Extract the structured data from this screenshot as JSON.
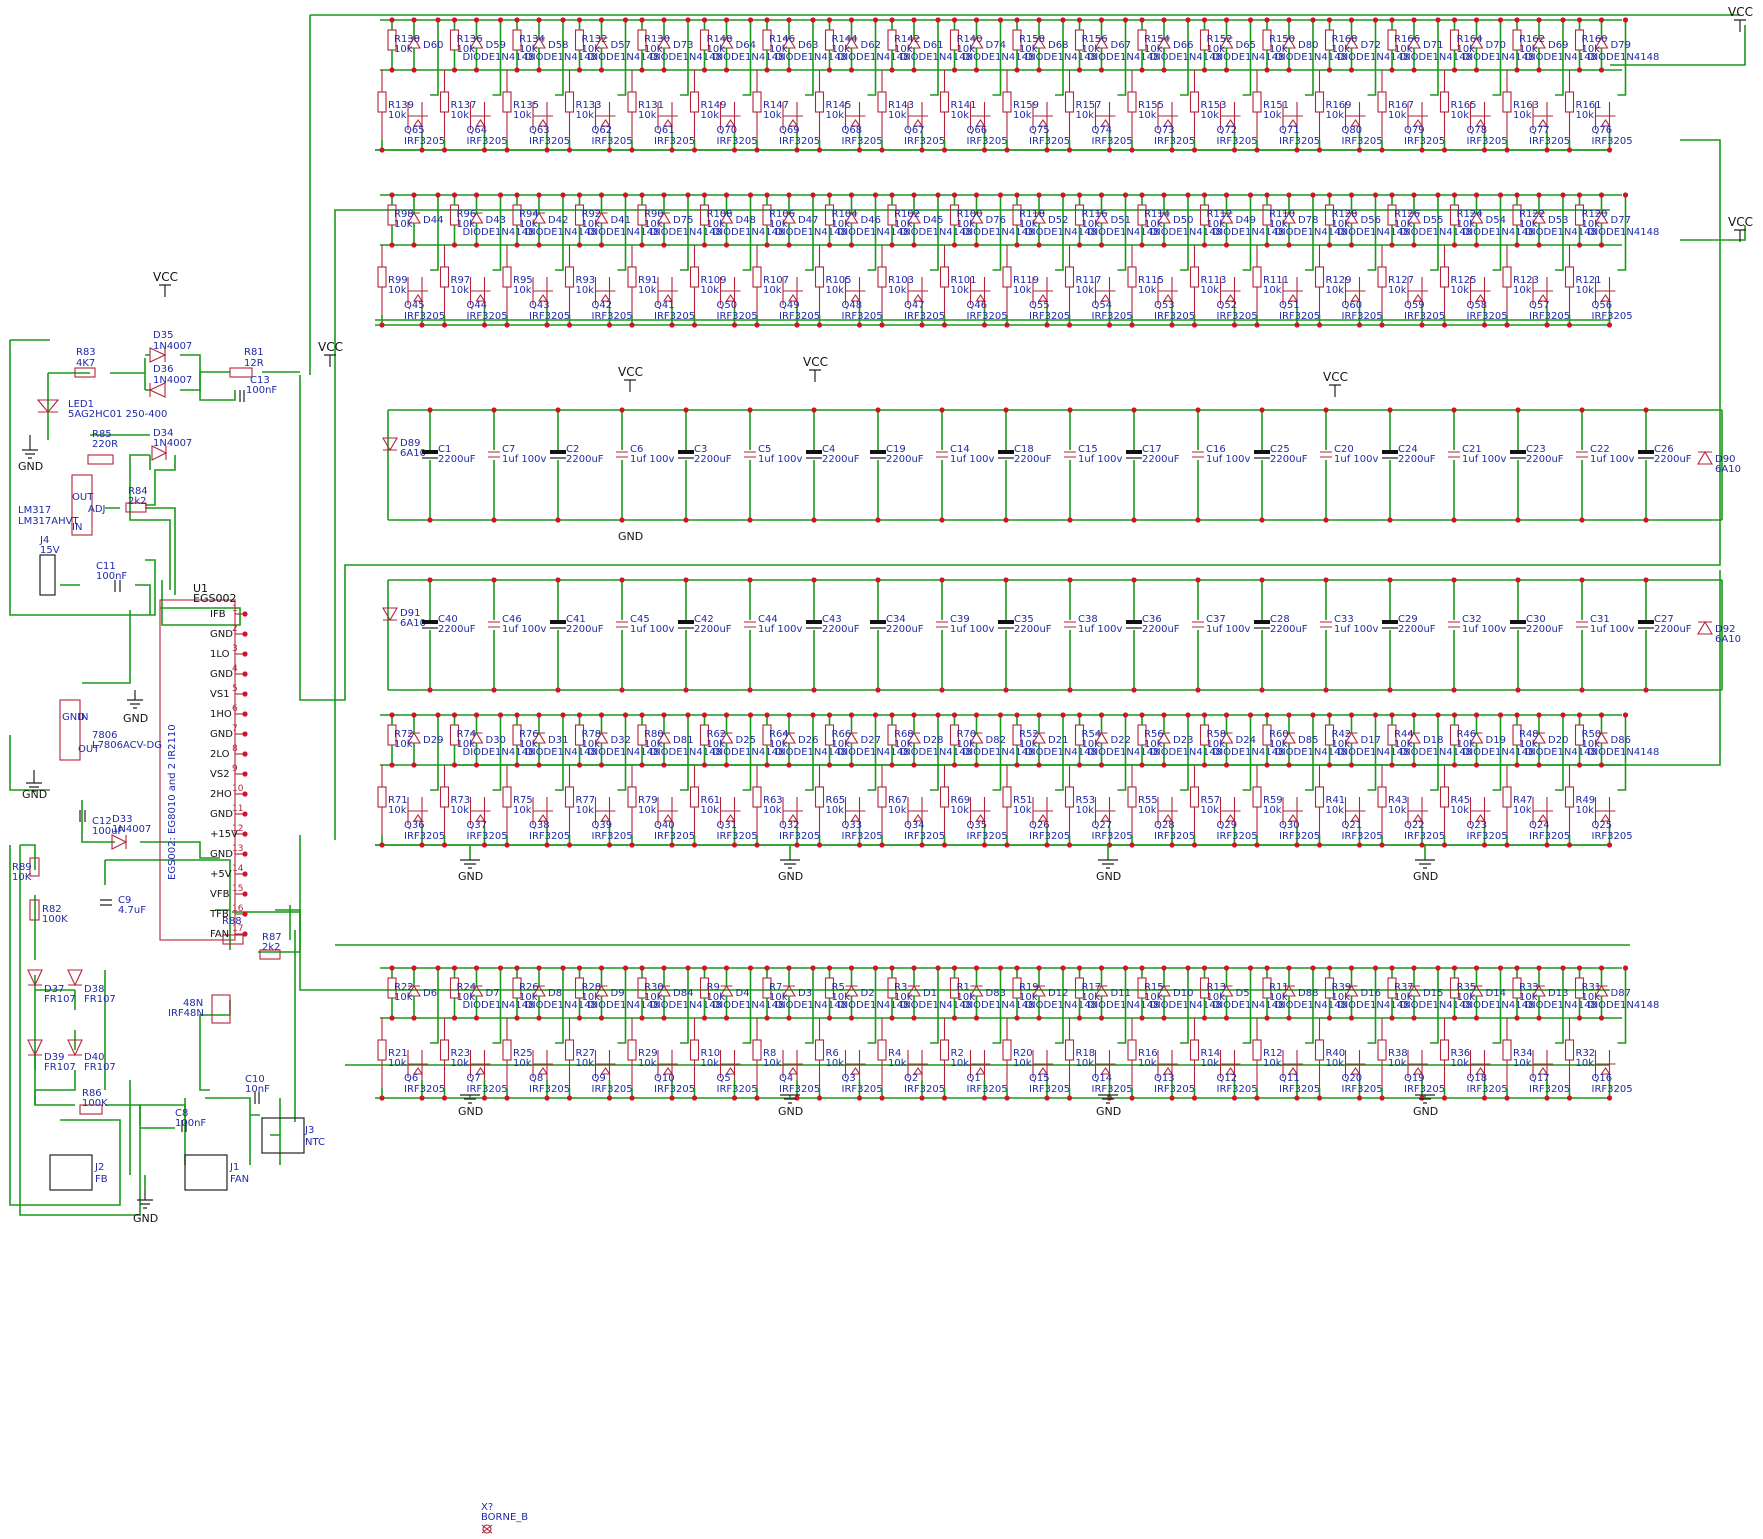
{
  "power_labels": {
    "vcc": "VCC",
    "gnd": "GND"
  },
  "ic": {
    "ref": "U1",
    "value": "EGS002",
    "body_label": "EGS002: EG8010 and 2 IR2110",
    "pins": [
      {
        "num": "1",
        "name": "IFB"
      },
      {
        "num": "2",
        "name": "GND"
      },
      {
        "num": "3",
        "name": "1LO"
      },
      {
        "num": "4",
        "name": "GND"
      },
      {
        "num": "5",
        "name": "VS1"
      },
      {
        "num": "6",
        "name": "1HO"
      },
      {
        "num": "7",
        "name": "GND"
      },
      {
        "num": "8",
        "name": "2LO"
      },
      {
        "num": "9",
        "name": "VS2"
      },
      {
        "num": "10",
        "name": "2HO"
      },
      {
        "num": "11",
        "name": "GND"
      },
      {
        "num": "12",
        "name": "+15V"
      },
      {
        "num": "13",
        "name": "GND"
      },
      {
        "num": "14",
        "name": "+5V"
      },
      {
        "num": "15",
        "name": "VFB"
      },
      {
        "num": "16",
        "name": "TFB"
      },
      {
        "num": "17",
        "name": "FAN"
      }
    ]
  },
  "left_parts": {
    "r83": {
      "ref": "R83",
      "val": "4K7"
    },
    "d35": {
      "ref": "D35",
      "val": "1N4007"
    },
    "d36": {
      "ref": "D36",
      "val": "1N4007"
    },
    "r81": {
      "ref": "R81",
      "val": "12R"
    },
    "c13": {
      "ref": "C13",
      "val": "100nF"
    },
    "led1": {
      "ref": "LED1",
      "val": "5AG2HC01 250-400"
    },
    "r85": {
      "ref": "R85",
      "val": "220R"
    },
    "d34": {
      "ref": "D34",
      "val": "1N4007"
    },
    "r84": {
      "ref": "R84",
      "val": "2k2"
    },
    "lm317": {
      "ref": "LM317",
      "val": "LM317AHVT",
      "pin_in": "IN",
      "pin_out": "OUT",
      "pin_adj": "ADJ"
    },
    "j4": {
      "ref": "J4",
      "val": "15V"
    },
    "c11": {
      "ref": "C11",
      "val": "100nF"
    },
    "u7806": {
      "ref": "7806",
      "val": "L7806ACV-DG",
      "pin_gnd": "GND",
      "pin_in": "IN",
      "pin_out": "OUT"
    },
    "c12": {
      "ref": "C12",
      "val": "100uF"
    },
    "d33": {
      "ref": "D33",
      "val": "1N4007"
    },
    "r89": {
      "ref": "R89",
      "val": "10K"
    },
    "r82": {
      "ref": "R82",
      "val": "100K"
    },
    "c9": {
      "ref": "C9",
      "val": "4.7uF"
    },
    "r88": {
      "ref": "R88",
      "val": ""
    },
    "r87": {
      "ref": "R87",
      "val": "2k2"
    },
    "q48n": {
      "ref": "48N",
      "val": "IRF48N"
    },
    "d37": {
      "ref": "D37",
      "val": "FR107"
    },
    "d38": {
      "ref": "D38",
      "val": "FR107"
    },
    "d39": {
      "ref": "D39",
      "val": "FR107"
    },
    "d40": {
      "ref": "D40",
      "val": "FR107"
    },
    "r86": {
      "ref": "R86",
      "val": "100K"
    },
    "c8": {
      "ref": "C8",
      "val": "100nF"
    },
    "c10": {
      "ref": "C10",
      "val": "10nF"
    },
    "j2": {
      "ref": "J2",
      "val": "FB"
    },
    "j1": {
      "ref": "J1",
      "val": "FAN"
    },
    "j3": {
      "ref": "J3",
      "val": "NTC"
    },
    "borne": {
      "ref": "X?",
      "val": "BORNE_B"
    }
  },
  "mosfet_banks": [
    {
      "name": "bank-1",
      "rows": [
        [
          "R138",
          "10k",
          "D60",
          ""
        ],
        [
          "R136",
          "10k",
          "D59",
          "DIODE1N4148"
        ],
        [
          "R134",
          "10k",
          "D58",
          "DIODE1N4148"
        ],
        [
          "R132",
          "10k",
          "D57",
          "DIODE1N4148"
        ],
        [
          "R130",
          "10k",
          "D73",
          "DIODE1N4148"
        ],
        [
          "R148",
          "10k",
          "D64",
          "DIODE1N4148"
        ],
        [
          "R146",
          "10k",
          "D63",
          "DIODE1N4148"
        ],
        [
          "R144",
          "10k",
          "D62",
          "DIODE1N4148"
        ],
        [
          "R142",
          "10k",
          "D61",
          "DIODE1N4148"
        ],
        [
          "R140",
          "10k",
          "D74",
          "DIODE1N4148"
        ],
        [
          "R158",
          "10k",
          "D68",
          "DIODE1N4148"
        ],
        [
          "R156",
          "10k",
          "D67",
          "DIODE1N4148"
        ],
        [
          "R154",
          "10k",
          "D66",
          "DIODE1N4148"
        ],
        [
          "R152",
          "10k",
          "D65",
          "DIODE1N4148"
        ],
        [
          "R150",
          "10k",
          "D80",
          "DIODE1N4148"
        ],
        [
          "R168",
          "10k",
          "D72",
          "DIODE1N4148"
        ],
        [
          "R166",
          "10k",
          "D71",
          "DIODE1N4148"
        ],
        [
          "R164",
          "10k",
          "D70",
          "DIODE1N4148"
        ],
        [
          "R162",
          "10k",
          "D69",
          "DIODE1N4148"
        ],
        [
          "R160",
          "10k",
          "D79",
          "DIODE1N4148"
        ]
      ],
      "fets": [
        [
          "R139",
          "10k",
          "Q65"
        ],
        [
          "R137",
          "10k",
          "Q64"
        ],
        [
          "R135",
          "10k",
          "Q63"
        ],
        [
          "R133",
          "10k",
          "Q62"
        ],
        [
          "R131",
          "10k",
          "Q61"
        ],
        [
          "R149",
          "10k",
          "Q70"
        ],
        [
          "R147",
          "10k",
          "Q69"
        ],
        [
          "R145",
          "10k",
          "Q68"
        ],
        [
          "R143",
          "10k",
          "Q67"
        ],
        [
          "R141",
          "10k",
          "Q66"
        ],
        [
          "R159",
          "10k",
          "Q75"
        ],
        [
          "R157",
          "10k",
          "Q74"
        ],
        [
          "R155",
          "10k",
          "Q73"
        ],
        [
          "R153",
          "10k",
          "Q72"
        ],
        [
          "R151",
          "10k",
          "Q71"
        ],
        [
          "R169",
          "10k",
          "Q80"
        ],
        [
          "R167",
          "10k",
          "Q79"
        ],
        [
          "R165",
          "10k",
          "Q78"
        ],
        [
          "R163",
          "10k",
          "Q77"
        ],
        [
          "R161",
          "10k",
          "Q76"
        ]
      ],
      "fet_value": "IRF3205"
    },
    {
      "name": "bank-2",
      "rows": [
        [
          "R98",
          "10k",
          "D44",
          ""
        ],
        [
          "R96",
          "10k",
          "D43",
          "DIODE1N4148"
        ],
        [
          "R94",
          "10k",
          "D42",
          "DIODE1N4148"
        ],
        [
          "R92",
          "10k",
          "D41",
          "DIODE1N4148"
        ],
        [
          "R90",
          "10k",
          "D75",
          "DIODE1N4148"
        ],
        [
          "R108",
          "10k",
          "D48",
          "DIODE1N4148"
        ],
        [
          "R106",
          "10k",
          "D47",
          "DIODE1N4148"
        ],
        [
          "R104",
          "10k",
          "D46",
          "DIODE1N4148"
        ],
        [
          "R102",
          "10k",
          "D45",
          "DIODE1N4148"
        ],
        [
          "R100",
          "10k",
          "D76",
          "DIODE1N4148"
        ],
        [
          "R118",
          "10k",
          "D52",
          "DIODE1N4148"
        ],
        [
          "R116",
          "10k",
          "D51",
          "DIODE1N4148"
        ],
        [
          "R114",
          "10k",
          "D50",
          "DIODE1N4148"
        ],
        [
          "R112",
          "10k",
          "D49",
          "DIODE1N4148"
        ],
        [
          "R110",
          "10k",
          "D78",
          "DIODE1N4148"
        ],
        [
          "R128",
          "10k",
          "D56",
          "DIODE1N4148"
        ],
        [
          "R126",
          "10k",
          "D55",
          "DIODE1N4148"
        ],
        [
          "R124",
          "10k",
          "D54",
          "DIODE1N4148"
        ],
        [
          "R122",
          "10k",
          "D53",
          "DIODE1N4148"
        ],
        [
          "R120",
          "10k",
          "D77",
          "DIODE1N4148"
        ]
      ],
      "fets": [
        [
          "R99",
          "10k",
          "Q45"
        ],
        [
          "R97",
          "10k",
          "Q44"
        ],
        [
          "R95",
          "10k",
          "Q43"
        ],
        [
          "R93",
          "10k",
          "Q42"
        ],
        [
          "R91",
          "10k",
          "Q41"
        ],
        [
          "R109",
          "10k",
          "Q50"
        ],
        [
          "R107",
          "10k",
          "Q49"
        ],
        [
          "R105",
          "10k",
          "Q48"
        ],
        [
          "R103",
          "10k",
          "Q47"
        ],
        [
          "R101",
          "10k",
          "Q46"
        ],
        [
          "R119",
          "10k",
          "Q55"
        ],
        [
          "R117",
          "10k",
          "Q54"
        ],
        [
          "R115",
          "10k",
          "Q53"
        ],
        [
          "R113",
          "10k",
          "Q52"
        ],
        [
          "R111",
          "10k",
          "Q51"
        ],
        [
          "R129",
          "10k",
          "Q60"
        ],
        [
          "R127",
          "10k",
          "Q59"
        ],
        [
          "R125",
          "10k",
          "Q58"
        ],
        [
          "R123",
          "10k",
          "Q57"
        ],
        [
          "R121",
          "10k",
          "Q56"
        ]
      ],
      "fet_value": "IRF3205"
    },
    {
      "name": "bank-3",
      "rows": [
        [
          "R72",
          "10k",
          "D29",
          ""
        ],
        [
          "R74",
          "10k",
          "D30",
          "DIODE1N4148"
        ],
        [
          "R76",
          "10k",
          "D31",
          "DIODE1N4148"
        ],
        [
          "R78",
          "10k",
          "D32",
          "DIODE1N4148"
        ],
        [
          "R80",
          "10k",
          "D81",
          "DIODE1N4148"
        ],
        [
          "R62",
          "10k",
          "D25",
          "DIODE1N4148"
        ],
        [
          "R64",
          "10k",
          "D26",
          "DIODE1N4148"
        ],
        [
          "R66",
          "10k",
          "D27",
          "DIODE1N4148"
        ],
        [
          "R68",
          "10k",
          "D28",
          "DIODE1N4148"
        ],
        [
          "R70",
          "10k",
          "D82",
          "DIODE1N4148"
        ],
        [
          "R52",
          "10k",
          "D21",
          "DIODE1N4148"
        ],
        [
          "R54",
          "10k",
          "D22",
          "DIODE1N4148"
        ],
        [
          "R56",
          "10k",
          "D23",
          "DIODE1N4148"
        ],
        [
          "R58",
          "10k",
          "D24",
          "DIODE1N4148"
        ],
        [
          "R60",
          "10k",
          "D85",
          "DIODE1N4148"
        ],
        [
          "R42",
          "10k",
          "D17",
          "DIODE1N4148"
        ],
        [
          "R44",
          "10k",
          "D18",
          "DIODE1N4148"
        ],
        [
          "R46",
          "10k",
          "D19",
          "DIODE1N4148"
        ],
        [
          "R48",
          "10k",
          "D20",
          "DIODE1N4148"
        ],
        [
          "R50",
          "10k",
          "D86",
          "DIODE1N4148"
        ]
      ],
      "fets": [
        [
          "R71",
          "10k",
          "Q36"
        ],
        [
          "R73",
          "10k",
          "Q37"
        ],
        [
          "R75",
          "10k",
          "Q38"
        ],
        [
          "R77",
          "10k",
          "Q39"
        ],
        [
          "R79",
          "10k",
          "Q40"
        ],
        [
          "R61",
          "10k",
          "Q31"
        ],
        [
          "R63",
          "10k",
          "Q32"
        ],
        [
          "R65",
          "10k",
          "Q33"
        ],
        [
          "R67",
          "10k",
          "Q34"
        ],
        [
          "R69",
          "10k",
          "Q35"
        ],
        [
          "R51",
          "10k",
          "Q26"
        ],
        [
          "R53",
          "10k",
          "Q27"
        ],
        [
          "R55",
          "10k",
          "Q28"
        ],
        [
          "R57",
          "10k",
          "Q29"
        ],
        [
          "R59",
          "10k",
          "Q30"
        ],
        [
          "R41",
          "10k",
          "Q21"
        ],
        [
          "R43",
          "10k",
          "Q22"
        ],
        [
          "R45",
          "10k",
          "Q23"
        ],
        [
          "R47",
          "10k",
          "Q24"
        ],
        [
          "R49",
          "10k",
          "Q25"
        ]
      ],
      "fet_value": "IRF3205"
    },
    {
      "name": "bank-4",
      "rows": [
        [
          "R22",
          "10k",
          "D6",
          ""
        ],
        [
          "R24",
          "10k",
          "D7",
          "DIODE1N4148"
        ],
        [
          "R26",
          "10k",
          "D8",
          "DIODE1N4148"
        ],
        [
          "R28",
          "10k",
          "D9",
          "DIODE1N4148"
        ],
        [
          "R30",
          "10k",
          "D84",
          "DIODE1N4148"
        ],
        [
          "R9",
          "10k",
          "D4",
          "DIODE1N4148"
        ],
        [
          "R7",
          "10k",
          "D3",
          "DIODE1N4148"
        ],
        [
          "R5",
          "10k",
          "D2",
          "DIODE1N4148"
        ],
        [
          "R3",
          "10k",
          "D1",
          "DIODE1N4148"
        ],
        [
          "R1",
          "10k",
          "D83",
          "DIODE1N4148"
        ],
        [
          "R19",
          "10k",
          "D12",
          "DIODE1N4148"
        ],
        [
          "R17",
          "10k",
          "D11",
          "DIODE1N4148"
        ],
        [
          "R15",
          "10k",
          "D10",
          "DIODE1N4148"
        ],
        [
          "R13",
          "10k",
          "D5",
          "DIODE1N4148"
        ],
        [
          "R11",
          "10k",
          "D88",
          "DIODE1N4148"
        ],
        [
          "R39",
          "10k",
          "D16",
          "DIODE1N4148"
        ],
        [
          "R37",
          "10k",
          "D15",
          "DIODE1N4148"
        ],
        [
          "R35",
          "10k",
          "D14",
          "DIODE1N4148"
        ],
        [
          "R33",
          "10k",
          "D13",
          "DIODE1N4148"
        ],
        [
          "R31",
          "10k",
          "D87",
          "DIODE1N4148"
        ]
      ],
      "fets": [
        [
          "R21",
          "10k",
          "Q6"
        ],
        [
          "R23",
          "10k",
          "Q7"
        ],
        [
          "R25",
          "10k",
          "Q8"
        ],
        [
          "R27",
          "10k",
          "Q9"
        ],
        [
          "R29",
          "10k",
          "Q10"
        ],
        [
          "R10",
          "10k",
          "Q5"
        ],
        [
          "R8",
          "10k",
          "Q4"
        ],
        [
          "R6",
          "10k",
          "Q3"
        ],
        [
          "R4",
          "10k",
          "Q2"
        ],
        [
          "R2",
          "10k",
          "Q1"
        ],
        [
          "R20",
          "10k",
          "Q15"
        ],
        [
          "R18",
          "10k",
          "Q14"
        ],
        [
          "R16",
          "10k",
          "Q13"
        ],
        [
          "R14",
          "10k",
          "Q12"
        ],
        [
          "R12",
          "10k",
          "Q11"
        ],
        [
          "R40",
          "10k",
          "Q20"
        ],
        [
          "R38",
          "10k",
          "Q19"
        ],
        [
          "R36",
          "10k",
          "Q18"
        ],
        [
          "R34",
          "10k",
          "Q17"
        ],
        [
          "R32",
          "10k",
          "Q16"
        ]
      ],
      "fet_value": "IRF3205"
    }
  ],
  "cap_banks": [
    {
      "name": "cap-bank-top",
      "diode_left": {
        "ref": "D89",
        "val": "6A10"
      },
      "diode_right": {
        "ref": "D90",
        "val": "6A10"
      },
      "caps": [
        [
          "C1",
          "2200uF"
        ],
        [
          "C7",
          "1uf 100v"
        ],
        [
          "C2",
          "2200uF"
        ],
        [
          "C6",
          "1uf 100v"
        ],
        [
          "C3",
          "2200uF"
        ],
        [
          "C5",
          "1uf 100v"
        ],
        [
          "C4",
          "2200uF"
        ],
        [
          "C19",
          "2200uF"
        ],
        [
          "C14",
          "1uf 100v"
        ],
        [
          "C18",
          "2200uF"
        ],
        [
          "C15",
          "1uf 100v"
        ],
        [
          "C17",
          "2200uF"
        ],
        [
          "C16",
          "1uf 100v"
        ],
        [
          "C25",
          "2200uF"
        ],
        [
          "C20",
          "1uf 100v"
        ],
        [
          "C24",
          "2200uF"
        ],
        [
          "C21",
          "1uf 100v"
        ],
        [
          "C23",
          "2200uF"
        ],
        [
          "C22",
          "1uf 100v"
        ],
        [
          "C26",
          "2200uF"
        ]
      ]
    },
    {
      "name": "cap-bank-bottom",
      "diode_left": {
        "ref": "D91",
        "val": "6A10"
      },
      "diode_right": {
        "ref": "D92",
        "val": "6A10"
      },
      "caps": [
        [
          "C40",
          "2200uF"
        ],
        [
          "C46",
          "1uf 100v"
        ],
        [
          "C41",
          "2200uF"
        ],
        [
          "C45",
          "1uf 100v"
        ],
        [
          "C42",
          "2200uF"
        ],
        [
          "C44",
          "1uf 100v"
        ],
        [
          "C43",
          "2200uF"
        ],
        [
          "C34",
          "2200uF"
        ],
        [
          "C39",
          "1uf 100v"
        ],
        [
          "C35",
          "2200uF"
        ],
        [
          "C38",
          "1uf 100v"
        ],
        [
          "C36",
          "2200uF"
        ],
        [
          "C37",
          "1uf 100v"
        ],
        [
          "C28",
          "2200uF"
        ],
        [
          "C33",
          "1uf 100v"
        ],
        [
          "C29",
          "2200uF"
        ],
        [
          "C32",
          "1uf 100v"
        ],
        [
          "C30",
          "2200uF"
        ],
        [
          "C31",
          "1uf 100v"
        ],
        [
          "C27",
          "2200uF"
        ]
      ]
    }
  ]
}
